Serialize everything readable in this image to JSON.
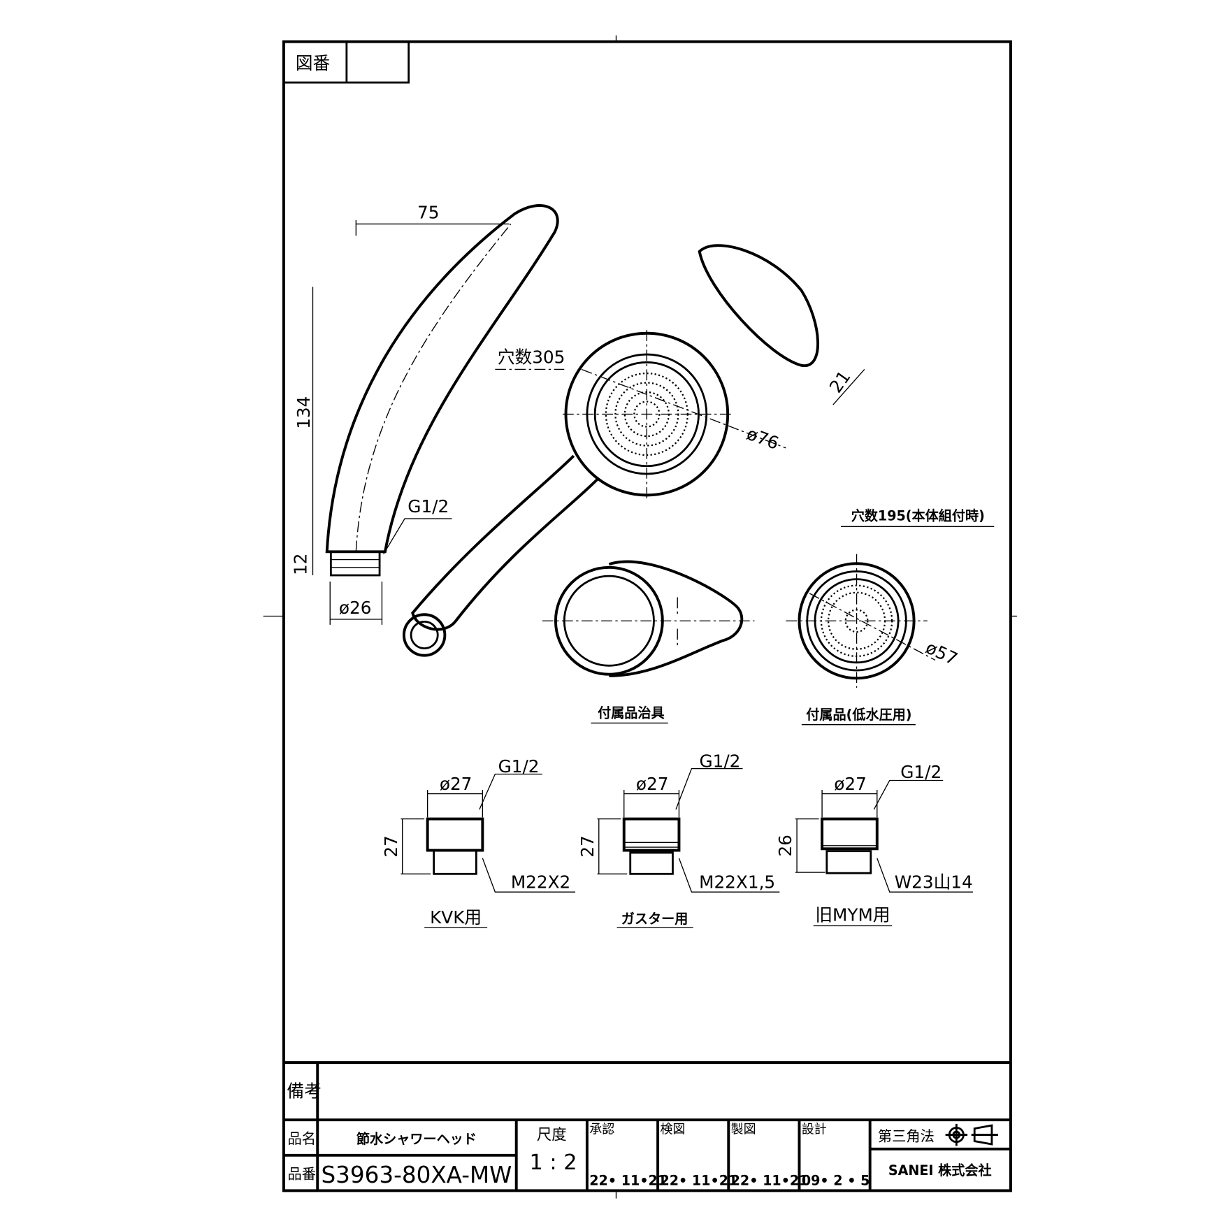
{
  "frame": {
    "drawing_number_label": "図番",
    "remarks_label": "備考"
  },
  "title_block": {
    "name_label": "品名",
    "name_value": "節水シャワーヘッド",
    "number_label": "品番",
    "number_value": "S3963-80XA-MW",
    "scale_label": "尺度",
    "scale_value": "1 : 2",
    "approval_label": "承認",
    "approval_date": "22• 11•21",
    "check_label": "検図",
    "check_date": "22• 11•21",
    "drawn_label": "製図",
    "drawn_date": "22• 11•21",
    "design_label": "設計",
    "design_date": "09• 2 • 5",
    "projection": "第三角法",
    "company": "SANEI 株式会社"
  },
  "dimensions": {
    "width_75": "75",
    "height_134": "134",
    "height_12": "12",
    "dia_26": "ø26",
    "thread_g12": "G1/2",
    "holes_305": "穴数305",
    "dia_76": "ø76",
    "thick_21": "21",
    "holes_195": "穴数195(本体組付時)",
    "dia_57": "ø57"
  },
  "accessories": {
    "jig_label": "付属品治具",
    "low_pressure_label": "付属品(低水圧用)"
  },
  "adapters": [
    {
      "dia": "ø27",
      "thread_top": "G1/2",
      "height": "27",
      "thread_bottom": "M22X2",
      "label": "KVK用"
    },
    {
      "dia": "ø27",
      "thread_top": "G1/2",
      "height": "27",
      "thread_bottom": "M22X1,5",
      "label": "ガスター用"
    },
    {
      "dia": "ø27",
      "thread_top": "G1/2",
      "height": "26",
      "thread_bottom": "W23山14",
      "label": "旧MYM用"
    }
  ]
}
